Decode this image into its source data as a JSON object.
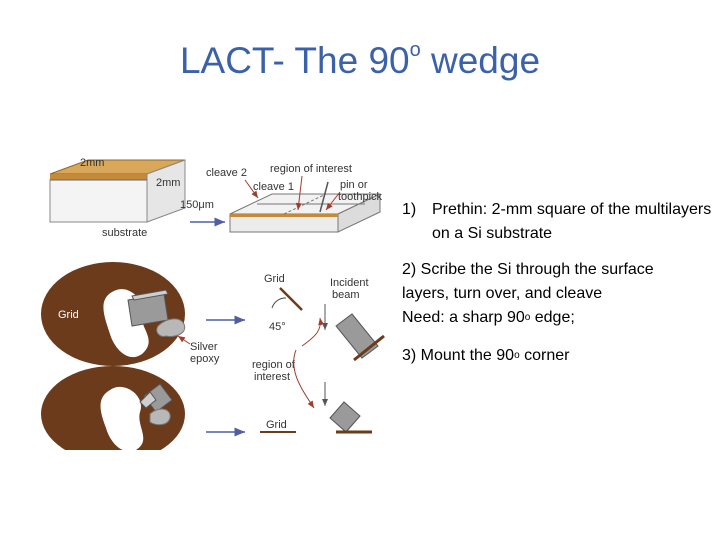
{
  "title": {
    "text": "LACT- The 90",
    "sup": "o",
    "suffix": " wedge"
  },
  "figure": {
    "labels": {
      "dim_2mm_top": "2mm",
      "dim_2mm_side": "2mm",
      "dim_150um": "150μm",
      "substrate": "substrate",
      "cleave2": "cleave 2",
      "cleave1": "cleave 1",
      "region_top": "region of interest",
      "pin_line1": "pin or",
      "pin_line2": "toothpick",
      "grid_left": "Grid",
      "grid_upper": "Grid",
      "angle": "45°",
      "incident_line1": "Incident",
      "incident_line2": "beam",
      "silver_line1": "Silver",
      "silver_line2": "epoxy",
      "region_lower_line1": "region of",
      "region_lower_line2": "interest",
      "grid_lower": "Grid"
    },
    "colors": {
      "brown": "#6b3b1c",
      "gold": "#d8a75a",
      "arrow_blue": "#4e5fa8",
      "arrow_red": "#a33a2a",
      "gray": "#9a9a9a"
    }
  },
  "steps": {
    "step1_num": "1)",
    "step1_text": "Prethin: 2-mm square of the multilayers on a Si substrate",
    "step2_line1": "2) Scribe the Si through the surface",
    "step2_line2": "layers, turn over, and cleave",
    "step2_line3a": "Need: a sharp 90",
    "step2_sup": "o",
    "step2_line3b": " edge;",
    "step3_a": "3) Mount the 90",
    "step3_sup": "o",
    "step3_b": " corner"
  }
}
